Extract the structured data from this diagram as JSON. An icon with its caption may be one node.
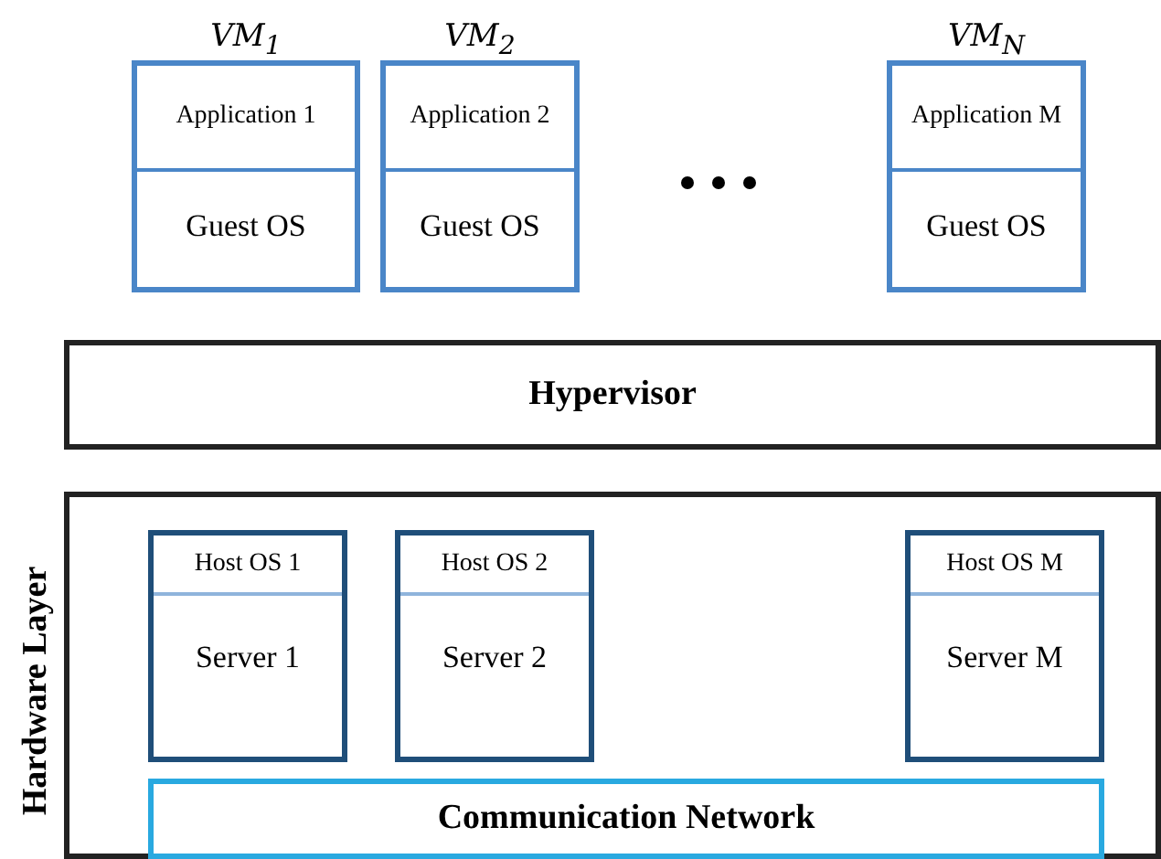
{
  "diagram": {
    "nodes": [
      {
        "text": [
          "Application 1",
          "Guest OS"
        ],
        "beside": [
          "VM$_{1}$"
        ]
      },
      {
        "text": [
          "Application 2",
          "Guest OS"
        ],
        "beside": [
          "VM$_{2}$"
        ]
      },
      {
        "text": [
          "Application M",
          "Guest OS"
        ],
        "beside": [
          "VM$_{N}$"
        ]
      },
      {
        "text": [
          "Hypervisor"
        ]
      },
      {
        "text": [
          "Hardware Layer"
        ]
      },
      {
        "text": [
          "Host OS 1",
          "Server 1"
        ],
        "in": 4
      },
      {
        "text": [
          "Host OS 2",
          "Server 2"
        ],
        "in": 4
      },
      {
        "text": [
          "Host OS M",
          "Server M"
        ],
        "in": 4
      },
      {
        "text": [
          "Communication Network"
        ],
        "in": 4
      }
    ]
  }
}
